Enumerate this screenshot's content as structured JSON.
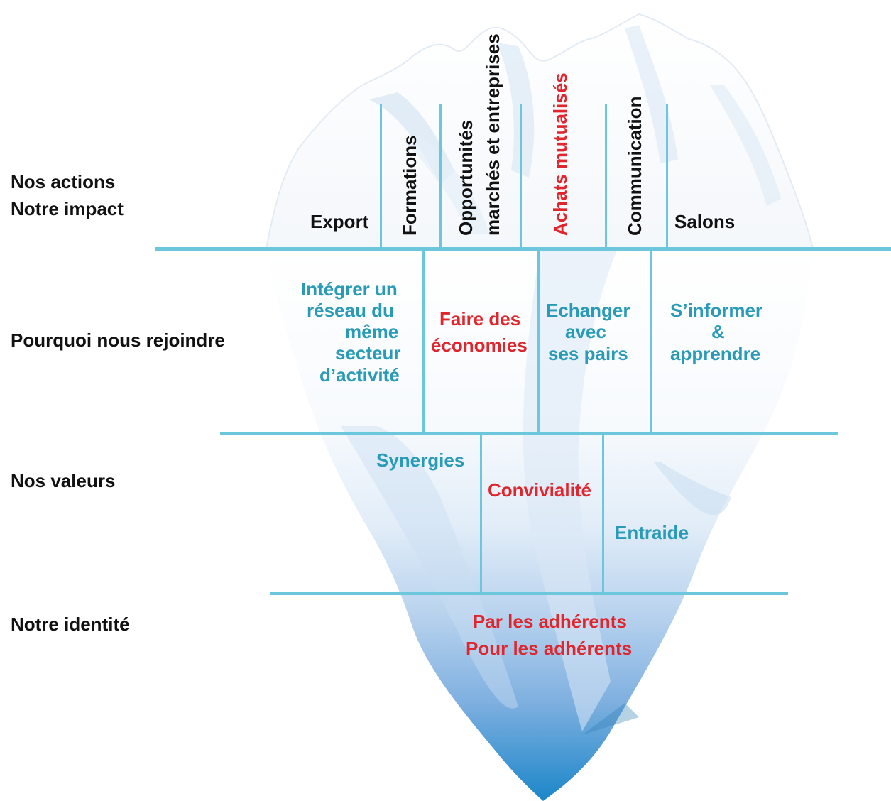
{
  "row_labels": {
    "actions": "Nos actions",
    "impact": "Notre impact",
    "why": "Pourquoi nous rejoindre",
    "values": "Nos valeurs",
    "identity": "Notre identité"
  },
  "actions": {
    "export": "Export",
    "formations": "Formations",
    "opportunites_1": "Opportunités",
    "opportunites_2": "marchés et entreprises",
    "achats": "Achats mutualisés",
    "communication": "Communication",
    "salons": "Salons"
  },
  "why": {
    "reseau_1": "Intégrer un",
    "reseau_2": "réseau du",
    "reseau_3": "même",
    "reseau_4": "secteur",
    "reseau_5": "d’activité",
    "economies_1": "Faire des",
    "economies_2": "économies",
    "echanger_1": "Echanger",
    "echanger_2": "avec",
    "echanger_3": "ses pairs",
    "informer_1": "S’informer",
    "informer_2": "&",
    "informer_3": "apprendre"
  },
  "values": {
    "synergies": "Synergies",
    "convivialite": "Convivialité",
    "entraide": "Entraide"
  },
  "identity": {
    "line1": "Par les adhérents",
    "line2": "Pour les adhérents"
  },
  "colors": {
    "teal": "#2a9bb6",
    "red": "#e0252d",
    "divider": "#6cc6dc",
    "ice_deep": "#1b86c9"
  }
}
